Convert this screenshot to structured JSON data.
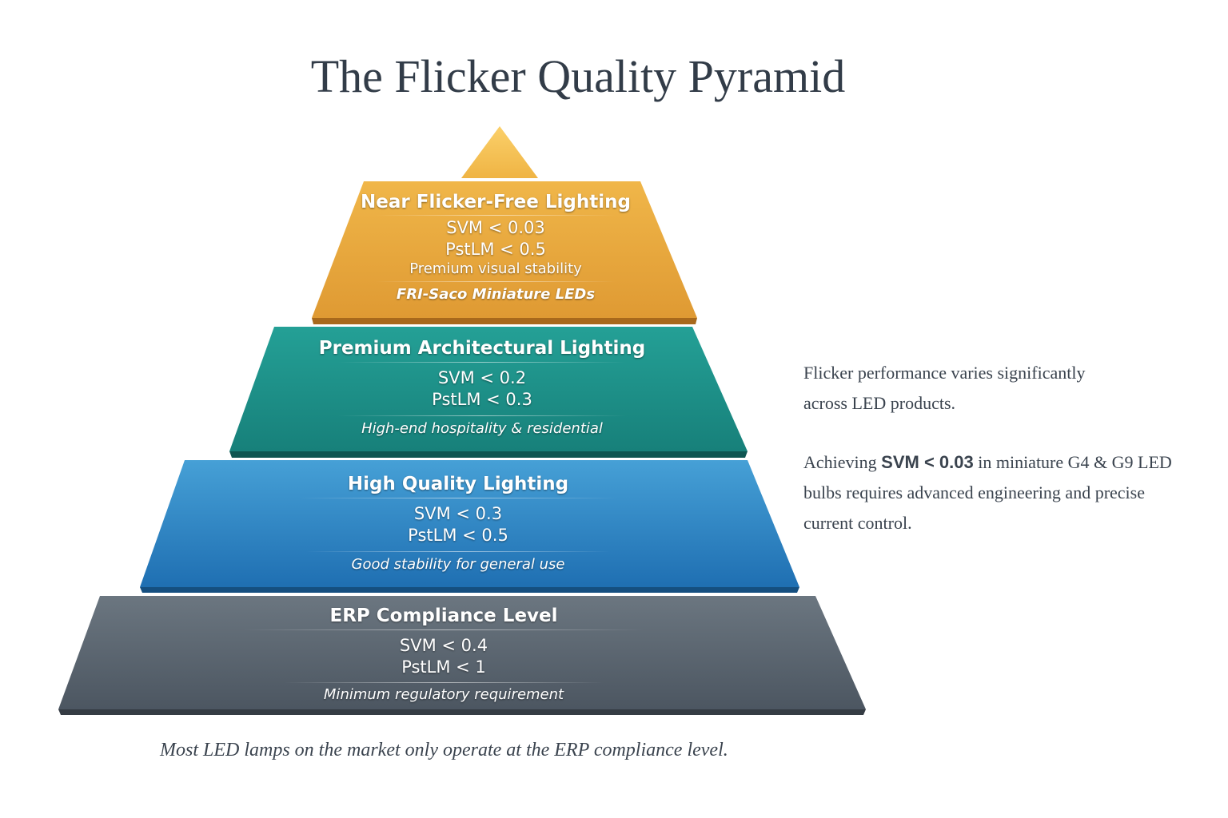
{
  "title": "The Flicker Quality Pyramid",
  "tiers": [
    {
      "title": "Near Flicker-Free Lighting",
      "svm": "SVM < 0.03",
      "pst": "PstLM < 0.5",
      "desc": "Premium visual stability",
      "note": "FRI-Saco Miniature LEDs",
      "color": "#e6a23a"
    },
    {
      "title": "Premium Architectural Lighting",
      "svm": "SVM < 0.2",
      "pst": "PstLM < 0.3",
      "note": "High-end hospitality & residential",
      "color": "#1f8d86"
    },
    {
      "title": "High Quality Lighting",
      "svm": "SVM < 0.3",
      "pst": "PstLM < 0.5",
      "note": "Good stability for general use",
      "color": "#2f85c3"
    },
    {
      "title": "ERP Compliance Level",
      "svm": "SVM < 0.4",
      "pst": "PstLM < 1",
      "note": "Minimum regulatory requirement",
      "color": "#59636d"
    }
  ],
  "side": {
    "p1": "Flicker performance varies significantly across LED products.",
    "p2_pre": "Achieving ",
    "p2_bold": "SVM < 0.03",
    "p2_post": " in miniature G4 & G9 LED bulbs requires advanced engineering and precise current control."
  },
  "footer": "Most LED lamps on the market only operate at the ERP compliance level."
}
